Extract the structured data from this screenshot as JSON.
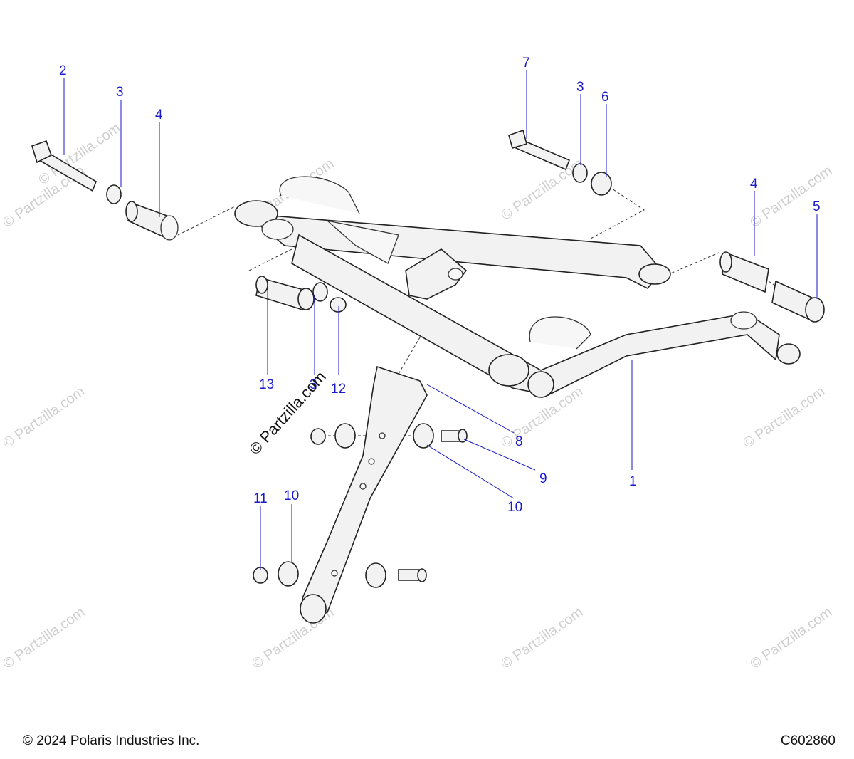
{
  "diagram": {
    "callouts": [
      {
        "id": "c2",
        "label": "2"
      },
      {
        "id": "c3a",
        "label": "3"
      },
      {
        "id": "c4a",
        "label": "4"
      },
      {
        "id": "c7",
        "label": "7"
      },
      {
        "id": "c3b",
        "label": "3"
      },
      {
        "id": "c6",
        "label": "6"
      },
      {
        "id": "c4b",
        "label": "4"
      },
      {
        "id": "c5",
        "label": "5"
      },
      {
        "id": "c13",
        "label": "13"
      },
      {
        "id": "c3c",
        "label": "3"
      },
      {
        "id": "c12",
        "label": "12"
      },
      {
        "id": "c8",
        "label": "8"
      },
      {
        "id": "c9",
        "label": "9"
      },
      {
        "id": "c10a",
        "label": "10"
      },
      {
        "id": "c1",
        "label": "1"
      },
      {
        "id": "c11",
        "label": "11"
      },
      {
        "id": "c10b",
        "label": "10"
      }
    ],
    "watermark_text": "© Partzilla.com",
    "center_watermark_text": "© Partzilla.com"
  },
  "footer": {
    "copyright": "© 2024 Polaris Industries Inc.",
    "diagram_code": "C602860"
  },
  "colors": {
    "callout": "#1a1acc",
    "outline": "#222222",
    "watermark": "#cfcfcf"
  }
}
